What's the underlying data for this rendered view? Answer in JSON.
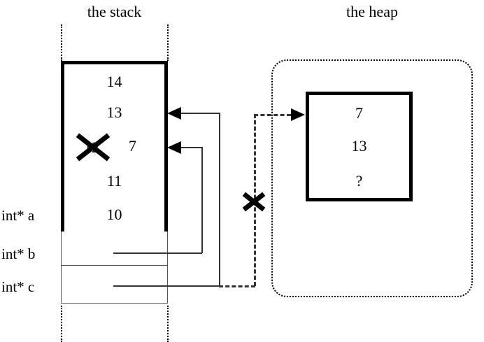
{
  "titles": {
    "stack": "the stack",
    "heap": "the heap"
  },
  "stack": {
    "frame_cells": [
      {
        "value": "14",
        "struck": false
      },
      {
        "value": "13",
        "struck": false
      },
      {
        "value": "12",
        "struck": true,
        "replacement": "7"
      },
      {
        "value": "11",
        "struck": false
      },
      {
        "value": "10",
        "struck": false
      }
    ],
    "variable_labels": [
      "int* a",
      "int* b",
      "int* c"
    ],
    "pointer_cells": [
      {
        "label": "int* b",
        "value": ""
      },
      {
        "label": "int* c",
        "value": ""
      }
    ]
  },
  "heap": {
    "block_cells": [
      "7",
      "13",
      "?"
    ]
  },
  "annotations": {
    "strike_mark": "x-cross-mark",
    "invalid_pointer_mark": "x-cross-mark"
  },
  "colors": {
    "ink": "#000000",
    "wire": "#333333",
    "divider": "#555555",
    "background": "#ffffff"
  }
}
